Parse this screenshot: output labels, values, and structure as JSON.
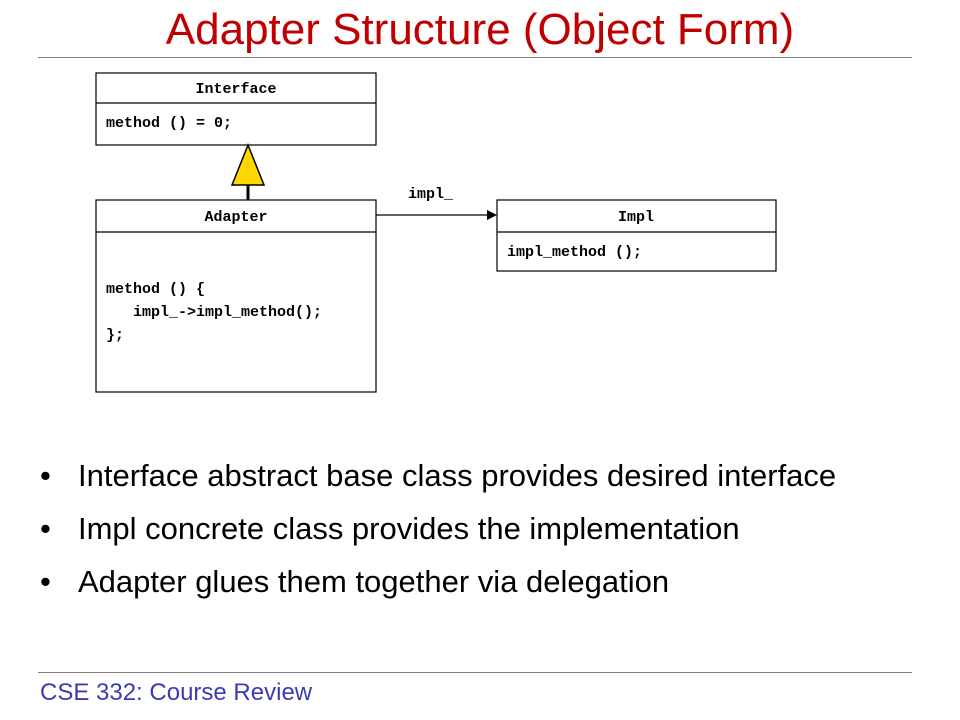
{
  "slide": {
    "title": "Adapter Structure (Object Form)",
    "footer": "CSE 332: Course Review"
  },
  "diagram": {
    "interface_class": {
      "name": "Interface",
      "members": [
        "method () = 0;"
      ]
    },
    "adapter_class": {
      "name": "Adapter",
      "members": [
        "method () {",
        "   impl_->impl_method();",
        "};"
      ]
    },
    "impl_class": {
      "name": "Impl",
      "members": [
        "impl_method ();"
      ]
    },
    "association_label": "impl_",
    "colors": {
      "inheritance_triangle": "#ffd700",
      "title": "#c00000",
      "footer": "#3b3bb5"
    }
  },
  "bullets": [
    "Interface abstract base class provides desired interface",
    "Impl concrete class provides the implementation",
    "Adapter glues them together via delegation"
  ]
}
